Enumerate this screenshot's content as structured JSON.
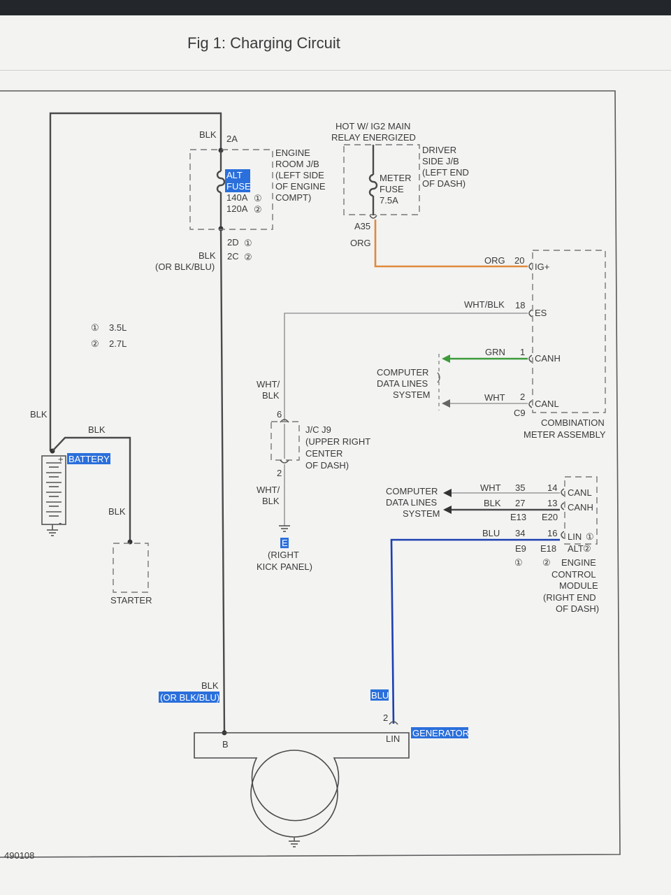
{
  "figure": {
    "title": "Fig 1: Charging Circuit",
    "code": "490108"
  },
  "colors": {
    "org": "#e08a3c",
    "grn": "#3d9b3a",
    "blu": "#1c3fb0",
    "wire": "#4a4a4a",
    "wht": "#9a9a9a",
    "highlight": "#2a6fdb"
  },
  "legend": {
    "one": "3.5L",
    "two": "2.7L",
    "one_mark": "①",
    "two_mark": "②"
  },
  "engine_room_jb": {
    "label_lines": [
      "ENGINE",
      "ROOM J/B",
      "(LEFT SIDE",
      "OF ENGINE",
      "COMPT)"
    ],
    "fuse_lines": [
      "ALT",
      "FUSE"
    ],
    "rating1": "140A",
    "rating2": "120A",
    "in_pin": "2A",
    "out_pin1": "2D",
    "out_pin2": "2C"
  },
  "driver_jb": {
    "header_lines": [
      "HOT W/ IG2 MAIN",
      "RELAY ENERGIZED"
    ],
    "label_lines": [
      "DRIVER",
      "SIDE J/B",
      "(LEFT END",
      "OF DASH)"
    ],
    "fuse_lines": [
      "METER",
      "FUSE",
      "7.5A"
    ],
    "connector": "A35"
  },
  "wires": {
    "blk": "BLK",
    "or_blk_blu": "(OR BLK/BLU)",
    "org": "ORG",
    "wht_blk": "WHT/BLK",
    "wht_slash": "WHT/",
    "blk2": "BLK",
    "grn": "GRN",
    "wht": "WHT",
    "blu": "BLU"
  },
  "battery": {
    "label": "BATTERY",
    "plus": "+",
    "minus": "-"
  },
  "starter": {
    "label": "STARTER"
  },
  "jc_j9": {
    "label_lines": [
      "J/C J9",
      "(UPPER RIGHT",
      "CENTER",
      "OF DASH)"
    ],
    "pin_top": "6",
    "pin_bottom": "2"
  },
  "ground_e": {
    "label": "E",
    "location_lines": [
      "(RIGHT",
      "KICK PANEL)"
    ]
  },
  "computer_data_lines": [
    "COMPUTER",
    "DATA LINES",
    "SYSTEM"
  ],
  "combination_meter": {
    "label_lines": [
      "COMBINATION",
      "METER ASSEMBLY"
    ],
    "connector": "C9",
    "pins": [
      {
        "num": "20",
        "name": "IG+",
        "wire": "ORG"
      },
      {
        "num": "18",
        "name": "ES",
        "wire": "WHT/BLK"
      },
      {
        "num": "1",
        "name": "CANH",
        "wire": "GRN"
      },
      {
        "num": "2",
        "name": "CANL",
        "wire": "WHT"
      }
    ]
  },
  "ecm": {
    "label_lines": [
      "ENGINE",
      "CONTROL",
      "MODULE",
      "(RIGHT END",
      "OF DASH)"
    ],
    "rows": [
      {
        "wire": "WHT",
        "pin1": "35",
        "pin2": "14",
        "name": "CANL"
      },
      {
        "wire": "BLK",
        "pin1": "27",
        "pin2": "13",
        "name": "CANH"
      },
      {
        "wire": "BLU",
        "pin1": "34",
        "pin2": "16",
        "name": "LIN",
        "name2": "ALT"
      }
    ],
    "conn_a": "E13",
    "conn_b": "E20",
    "conn_c": "E9",
    "conn_d": "E18"
  },
  "generator": {
    "label": "GENERATOR",
    "pin_b": "B",
    "pin_lin": "LIN",
    "pin_num": "2"
  }
}
